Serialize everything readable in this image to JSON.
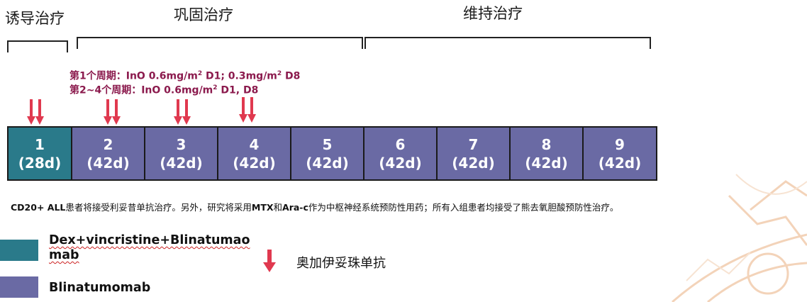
{
  "phases": {
    "induction": "诱导治疗",
    "consolidation": "巩固治疗",
    "maintenance": "维持治疗"
  },
  "dosing": {
    "line1": {
      "prefix": "第1个周期：InO 0.6mg/m",
      "sup1": "2",
      "mid": " D1; 0.3mg/m",
      "sup2": "2",
      "suffix": " D8"
    },
    "line2": {
      "prefix": "第2~4个周期：InO 0.6mg/m",
      "sup1": "2",
      "suffix": " D1, D8"
    }
  },
  "cycles": [
    {
      "num": "1",
      "days": "(28d)",
      "regimen": "dex-vincristine-blinatumomab"
    },
    {
      "num": "2",
      "days": "(42d)",
      "regimen": "blinatumomab"
    },
    {
      "num": "3",
      "days": "(42d)",
      "regimen": "blinatumomab"
    },
    {
      "num": "4",
      "days": "(42d)",
      "regimen": "blinatumomab"
    },
    {
      "num": "5",
      "days": "(42d)",
      "regimen": "blinatumomab"
    },
    {
      "num": "6",
      "days": "(42d)",
      "regimen": "blinatumomab"
    },
    {
      "num": "7",
      "days": "(42d)",
      "regimen": "blinatumomab"
    },
    {
      "num": "8",
      "days": "(42d)",
      "regimen": "blinatumomab"
    },
    {
      "num": "9",
      "days": "(42d)",
      "regimen": "blinatumomab"
    }
  ],
  "inotuzumab_cycles": [
    "1",
    "2",
    "3",
    "4"
  ],
  "note": {
    "b1": "CD20+ ALL",
    "t1": "患者将接受利妥昔单抗治疗。另外，研究将采用",
    "b2": "MTX",
    "t2": "和",
    "b3": "Ara-c",
    "t3": "作为中枢神经系统预防性用药；所有入组患者均接受了熊去氧胆酸预防性治疗。"
  },
  "legend": {
    "dex_vincristine_blinatumomab": "Dex+vincristine+Blinatumao mab",
    "blinatumomab": "Blinatumomab",
    "inotuzumab": "奥加伊妥珠单抗"
  },
  "colors": {
    "induction_block": "#2a7a8a",
    "consolidation_block": "#6a6aa4",
    "arrow": "#e0394f",
    "dose_text": "#8b1a4d"
  }
}
